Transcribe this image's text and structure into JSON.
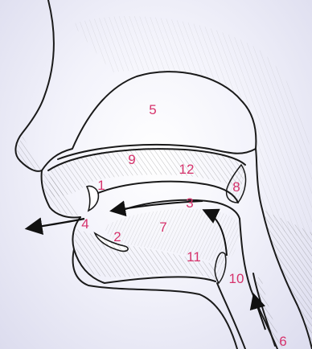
{
  "diagram": {
    "labels": [
      "1",
      "2",
      "3",
      "4",
      "5",
      "6",
      "7",
      "8",
      "9",
      "10",
      "11",
      "12"
    ],
    "label_color": "#d6336c",
    "line_color": "#1a1a1a"
  }
}
